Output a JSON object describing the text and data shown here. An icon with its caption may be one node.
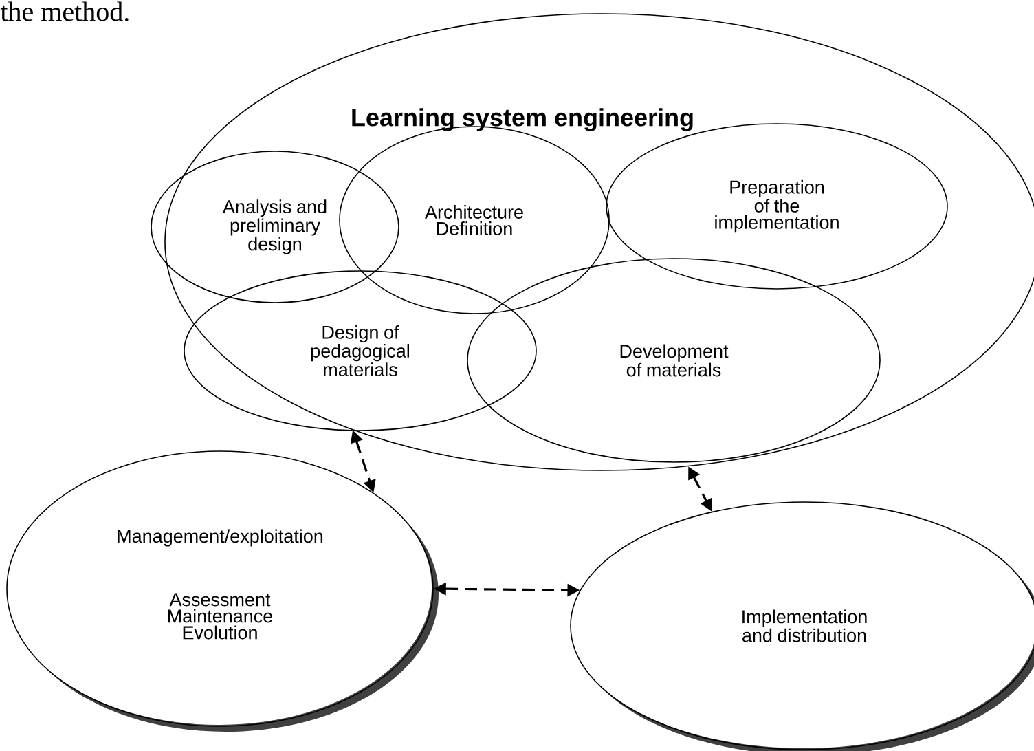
{
  "diagram": {
    "nodes": [
      {
        "text": [
          "Learning system engineering"
        ]
      },
      {
        "text": [
          "Analysis and preliminary design"
        ],
        "in": 0
      },
      {
        "text": [
          "Architecture Definition"
        ],
        "in": 0
      },
      {
        "text": [
          "Preparation of the implementation"
        ],
        "in": 0
      },
      {
        "text": [
          "Design of pedagogical materials"
        ],
        "in": 0
      },
      {
        "text": [
          "Development of materials"
        ],
        "in": 0
      },
      {
        "text": [
          "Management/exploitation",
          "Assessment Maintenance Evolution"
        ]
      },
      {
        "text": [
          "Implementation and distribution"
        ]
      }
    ],
    "edges": [
      {
        "from": 0,
        "to": 6,
        "arrow": "both",
        "style": "dashed"
      },
      {
        "from": 0,
        "to": 7,
        "arrow": "both",
        "style": "dashed"
      },
      {
        "from": 6,
        "to": 7,
        "arrow": "both",
        "style": "dashed"
      }
    ],
    "labels": [
      "the method."
    ]
  }
}
